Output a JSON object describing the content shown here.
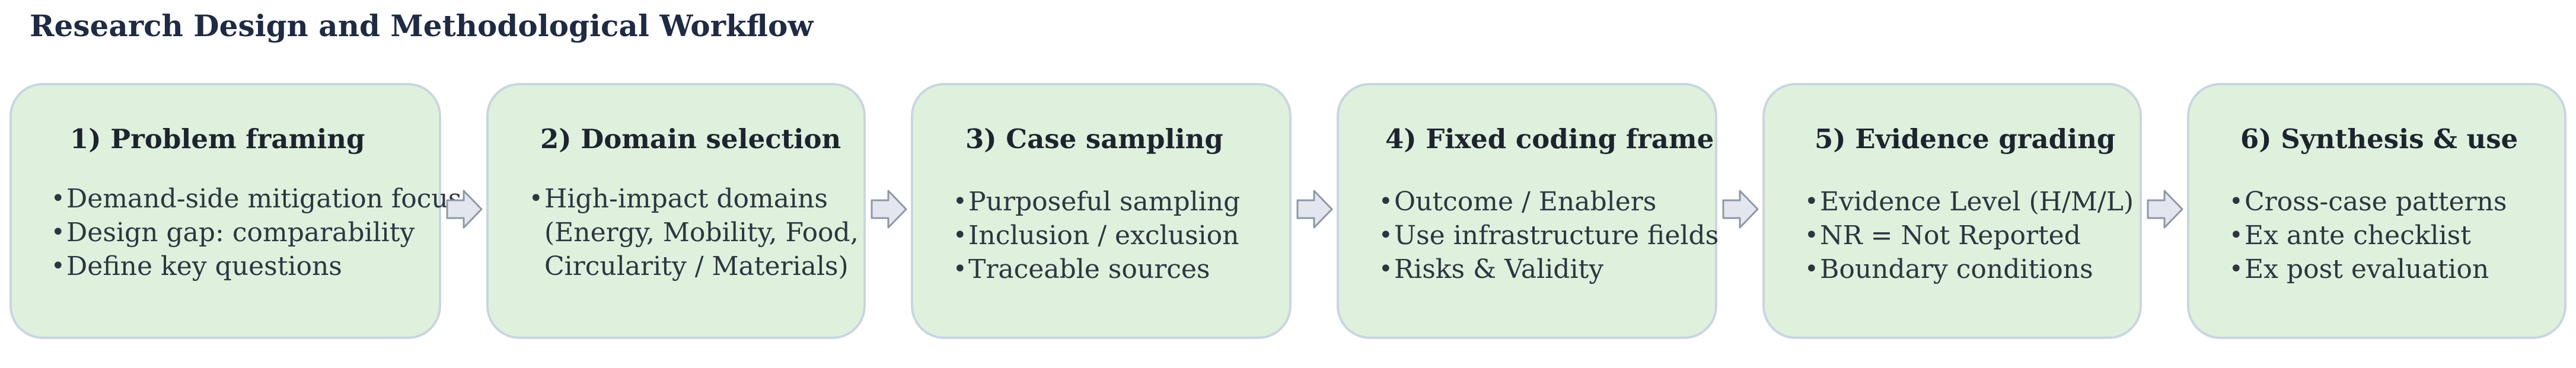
{
  "title": "Research Design and Methodological Workflow",
  "colors": {
    "box_fill": "#dff0dc",
    "box_border": "#c8d6e2",
    "arrow_fill": "#e3e6ee",
    "arrow_stroke": "#8d97a6",
    "title_color": "#1f2a44"
  },
  "steps": [
    {
      "title": "1) Problem framing",
      "bullet_glyph": "•",
      "bullets": [
        "Demand-side mitigation focus",
        "Design gap: comparability",
        "Define key questions"
      ]
    },
    {
      "title": "2) Domain selection",
      "bullet_glyph": "•",
      "bullets": [
        "High-impact domains",
        "(Energy, Mobility, Food,",
        "Circularity / Materials)"
      ]
    },
    {
      "title": "3) Case sampling",
      "bullet_glyph": "•",
      "bullets": [
        "Purposeful sampling",
        "Inclusion / exclusion",
        "Traceable sources"
      ]
    },
    {
      "title": "4) Fixed coding frame",
      "bullet_glyph": "•",
      "bullets": [
        "Outcome / Enablers",
        "Use infrastructure fields",
        "Risks & Validity"
      ]
    },
    {
      "title": "5) Evidence grading",
      "bullet_glyph": "•",
      "bullets": [
        "Evidence Level (H/M/L)",
        "NR = Not Reported",
        "Boundary conditions"
      ]
    },
    {
      "title": "6) Synthesis & use",
      "bullet_glyph": "•",
      "bullets": [
        "Cross-case patterns",
        "Ex ante checklist",
        "Ex post evaluation"
      ]
    }
  ]
}
